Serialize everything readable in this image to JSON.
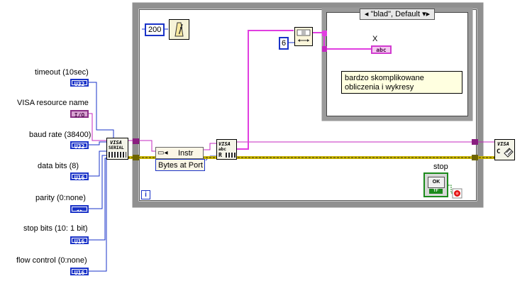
{
  "controls": {
    "timeout": {
      "label": "timeout (10sec)",
      "type_tag": "U32"
    },
    "visa_resource": {
      "label": "VISA resource name",
      "type_tag": "I/O"
    },
    "baud_rate": {
      "label": "baud rate (38400)",
      "type_tag": "U32"
    },
    "data_bits": {
      "label": "data bits (8)",
      "type_tag": "U16"
    },
    "parity": {
      "label": "parity (0:none)",
      "type_tag": "◂▸"
    },
    "stop_bits": {
      "label": "stop bits (10: 1 bit)",
      "type_tag": "U16"
    },
    "flow_control": {
      "label": "flow control (0:none)",
      "type_tag": "U16"
    }
  },
  "constants": {
    "wait_ms": "200",
    "string_subset_length": "6"
  },
  "visa_configure_label": "VISA",
  "visa_configure_sub": "SERIAL",
  "property_node": {
    "class": "Instr",
    "property": "Bytes at Port"
  },
  "visa_read_label": "VISA",
  "visa_read_sub": "abc",
  "visa_close_label": "VISA",
  "case_structure": {
    "selector": "\"blad\", Default"
  },
  "indicator_x": {
    "label": "X",
    "tag": "abc"
  },
  "comment_text": "bardzo skomplikowane obliczenia i wykresy",
  "stop": {
    "label": "stop",
    "button_text": "OK",
    "tag": "TF"
  },
  "loop_iteration": "i"
}
